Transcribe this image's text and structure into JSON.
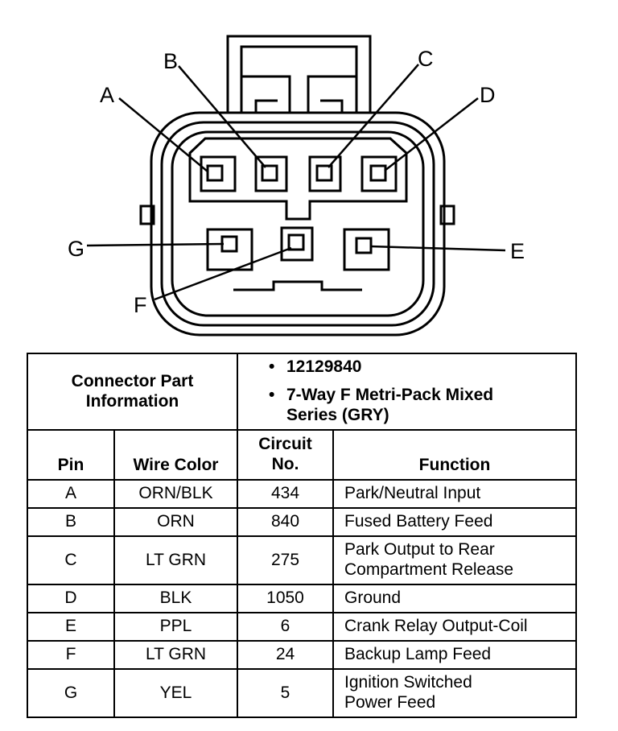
{
  "diagram": {
    "pins": [
      {
        "id": "A",
        "label": "A"
      },
      {
        "id": "B",
        "label": "B"
      },
      {
        "id": "C",
        "label": "C"
      },
      {
        "id": "D",
        "label": "D"
      },
      {
        "id": "E",
        "label": "E"
      },
      {
        "id": "F",
        "label": "F"
      },
      {
        "id": "G",
        "label": "G"
      }
    ]
  },
  "connector_info": {
    "title_line1": "Connector Part",
    "title_line2": "Information",
    "bullet": "•",
    "part_number": "12129840",
    "description_line1": "7-Way F Metri-Pack Mixed",
    "description_line2": "Series (GRY)"
  },
  "table": {
    "headers": {
      "pin": "Pin",
      "wire_color": "Wire Color",
      "circuit_line1": "Circuit",
      "circuit_line2": "No.",
      "function": "Function"
    },
    "rows": [
      {
        "pin": "A",
        "wire_color": "ORN/BLK",
        "circuit": "434",
        "function_line1": "Park/Neutral Input",
        "function_line2": ""
      },
      {
        "pin": "B",
        "wire_color": "ORN",
        "circuit": "840",
        "function_line1": "Fused Battery Feed",
        "function_line2": ""
      },
      {
        "pin": "C",
        "wire_color": "LT GRN",
        "circuit": "275",
        "function_line1": "Park Output to Rear",
        "function_line2": "Compartment Release"
      },
      {
        "pin": "D",
        "wire_color": "BLK",
        "circuit": "1050",
        "function_line1": "Ground",
        "function_line2": ""
      },
      {
        "pin": "E",
        "wire_color": "PPL",
        "circuit": "6",
        "function_line1": "Crank Relay Output-Coil",
        "function_line2": ""
      },
      {
        "pin": "F",
        "wire_color": "LT GRN",
        "circuit": "24",
        "function_line1": "Backup Lamp Feed",
        "function_line2": ""
      },
      {
        "pin": "G",
        "wire_color": "YEL",
        "circuit": "5",
        "function_line1": "Ignition Switched",
        "function_line2": "Power Feed"
      }
    ]
  }
}
